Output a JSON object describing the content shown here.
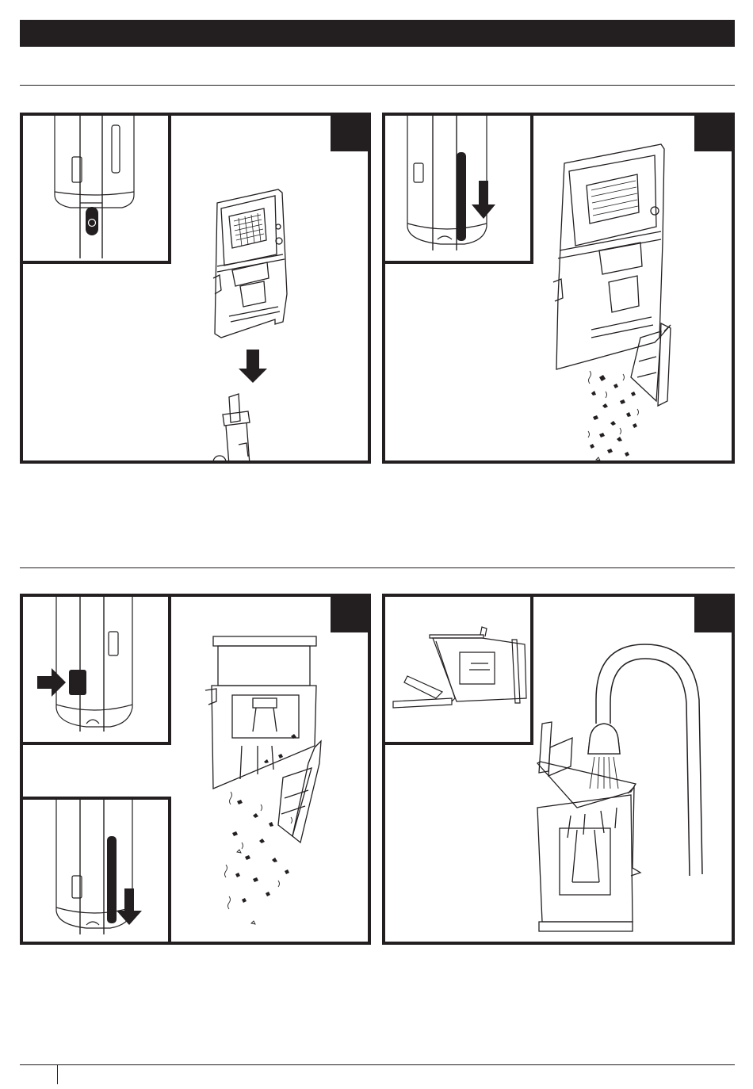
{
  "page": {
    "header_text": "",
    "section_titles": [
      "",
      ""
    ],
    "page_number": ""
  },
  "figures": [
    {
      "step": "",
      "description_id": "remove-dust-cup-from-vacuum",
      "icons": [
        "lock-button-icon",
        "down-arrow-icon",
        "dust-cup-icon",
        "wand-connector-icon"
      ]
    },
    {
      "step": "",
      "description_id": "empty-dust-cup",
      "icons": [
        "release-slider-icon",
        "down-arrow-icon",
        "dust-cup-open-icon",
        "debris-icon"
      ]
    },
    {
      "step": "",
      "description_id": "open-dust-cup-door",
      "icons": [
        "press-arrow-icon",
        "slide-arrow-icon",
        "dust-cup-open-icon",
        "debris-icon"
      ]
    },
    {
      "step": "",
      "description_id": "rinse-dust-cup",
      "icons": [
        "dust-cup-open-icon",
        "faucet-icon",
        "water-icon"
      ]
    }
  ],
  "colors": {
    "ink": "#231f20",
    "paper": "#ffffff"
  }
}
